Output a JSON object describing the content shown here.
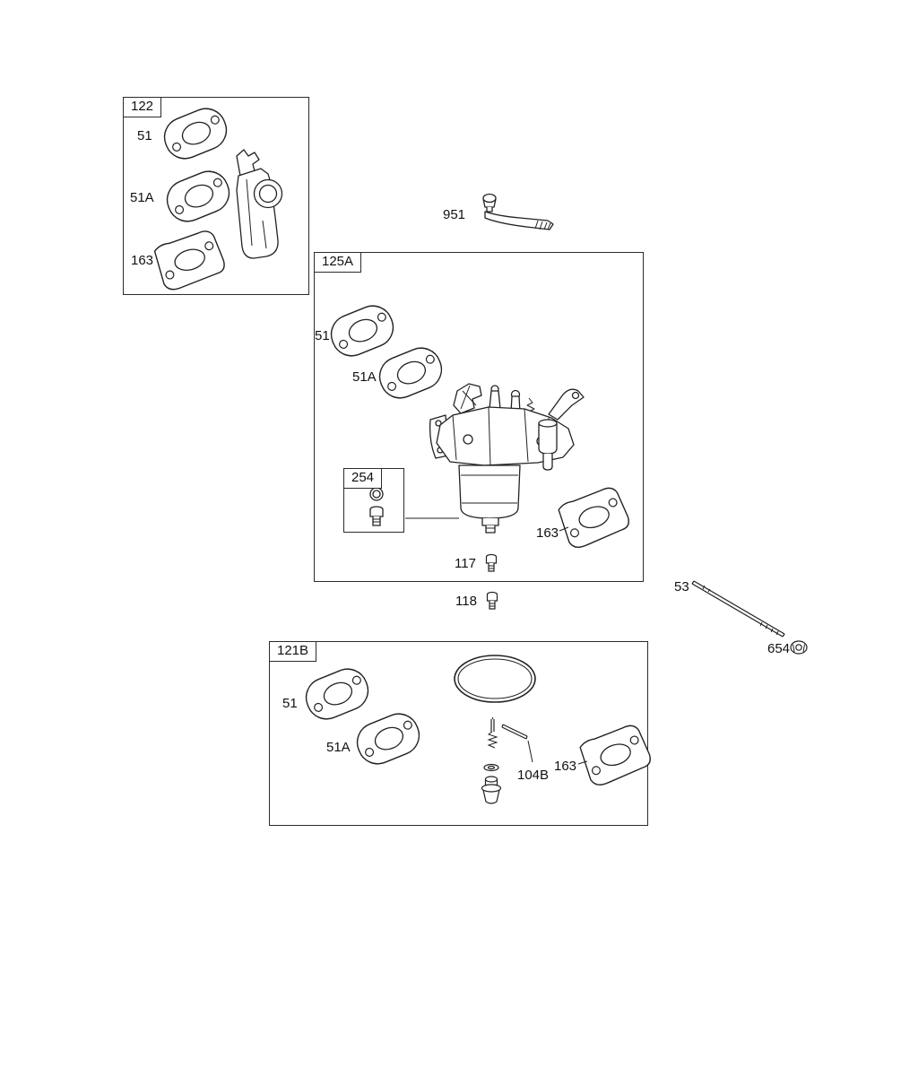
{
  "colors": {
    "ink": "#222222",
    "background": "#ffffff"
  },
  "boxes": {
    "b122": "122",
    "b125a": "125A",
    "b254": "254",
    "b121b": "121B"
  },
  "callouts": {
    "k122_51": "51",
    "k122_51a": "51A",
    "k122_163": "163",
    "k951": "951",
    "k125_51": "51",
    "k125_51a": "51A",
    "k125_163": "163",
    "k117": "117",
    "k118": "118",
    "k53": "53",
    "k654": "654",
    "k121_51": "51",
    "k121_51a": "51A",
    "k104b": "104B",
    "k121_163": "163"
  }
}
